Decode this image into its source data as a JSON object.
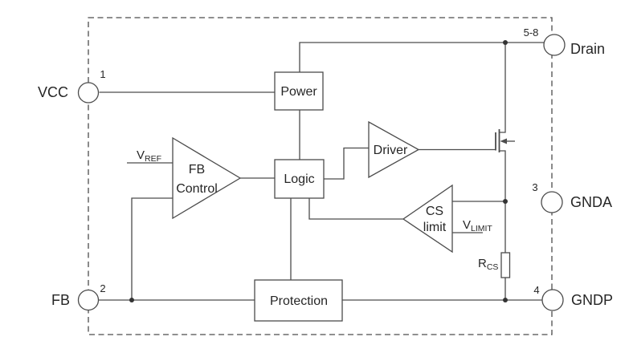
{
  "pins": {
    "vcc": {
      "label": "VCC",
      "number": "1"
    },
    "fb": {
      "label": "FB",
      "number": "2"
    },
    "drain": {
      "label": "Drain",
      "number": "5-8"
    },
    "gnda": {
      "label": "GNDA",
      "number": "3"
    },
    "gndp": {
      "label": "GNDP",
      "number": "4"
    }
  },
  "blocks": {
    "power": "Power",
    "logic": "Logic",
    "protection": "Protection",
    "driver": "Driver",
    "fb_control": {
      "line1": "FB",
      "line2": "Control"
    },
    "cs_limit": {
      "line1": "CS",
      "line2": "limit"
    }
  },
  "signals": {
    "vref": {
      "base": "V",
      "sub": "REF"
    },
    "vlimit": {
      "base": "V",
      "sub": "LIMIT"
    },
    "rcs": {
      "base": "R",
      "sub": "CS"
    }
  },
  "colors": {
    "line": "#4c4c4c",
    "text": "#262626",
    "background": "#ffffff"
  }
}
